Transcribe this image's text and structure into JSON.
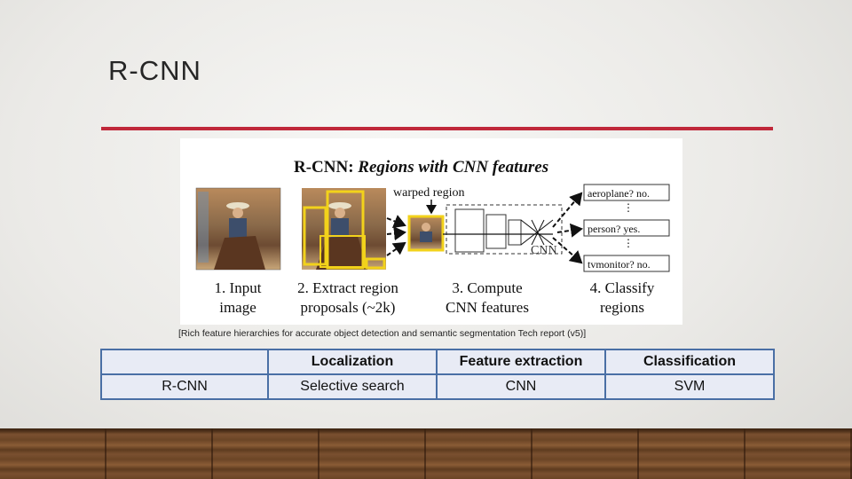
{
  "slide": {
    "title": "R-CNN"
  },
  "figure": {
    "title_bold": "R-CNN: ",
    "title_italic": "Regions with CNN features",
    "warped_label": "warped region",
    "cnn_label": "CNN",
    "classes": [
      "aeroplane? no.",
      "person? yes.",
      "tvmonitor? no."
    ],
    "steps": [
      {
        "line1": "1. Input",
        "line2": "image"
      },
      {
        "line1": "2. Extract region",
        "line2": "proposals (~2k)"
      },
      {
        "line1": "3. Compute",
        "line2": "CNN features"
      },
      {
        "line1": "4. Classify",
        "line2": "regions"
      }
    ]
  },
  "caption": "[Rich feature hierarchies for accurate object detection and semantic segmentation Tech report (v5)]",
  "table": {
    "headers": [
      "",
      "Localization",
      "Feature extraction",
      "Classification"
    ],
    "rows": [
      [
        "R-CNN",
        "Selective search",
        "CNN",
        "SVM"
      ]
    ]
  }
}
